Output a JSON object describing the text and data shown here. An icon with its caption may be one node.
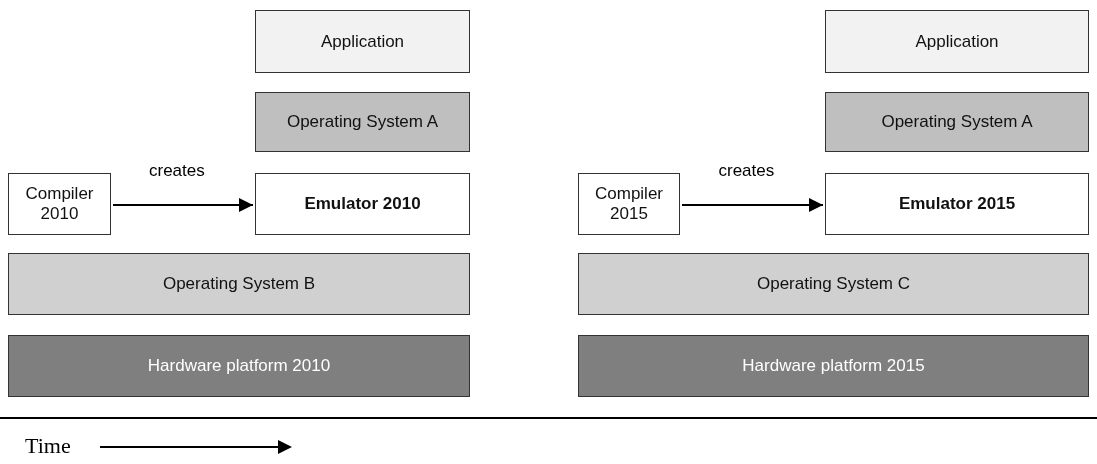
{
  "diagram": {
    "nodes": [
      {
        "text": [
          "Application"
        ]
      },
      {
        "text": [
          "Operating System A"
        ]
      },
      {
        "text": [
          "Compiler 2010"
        ]
      },
      {
        "text": [
          "Emulator 2010"
        ]
      },
      {
        "text": [
          "Operating System B"
        ]
      },
      {
        "text": [
          "Hardware platform 2010"
        ]
      },
      {
        "text": [
          "Application"
        ]
      },
      {
        "text": [
          "Operating System A"
        ]
      },
      {
        "text": [
          "Compiler 2015"
        ]
      },
      {
        "text": [
          "Emulator 2015"
        ]
      },
      {
        "text": [
          "Operating System C"
        ]
      },
      {
        "text": [
          "Hardware platform 2015"
        ]
      }
    ],
    "edges": [
      {
        "from": 2,
        "to": 3,
        "arrow": "to",
        "label": "creates"
      },
      {
        "from": 8,
        "to": 9,
        "arrow": "to",
        "label": "creates"
      }
    ],
    "labels": [
      "Time"
    ]
  }
}
